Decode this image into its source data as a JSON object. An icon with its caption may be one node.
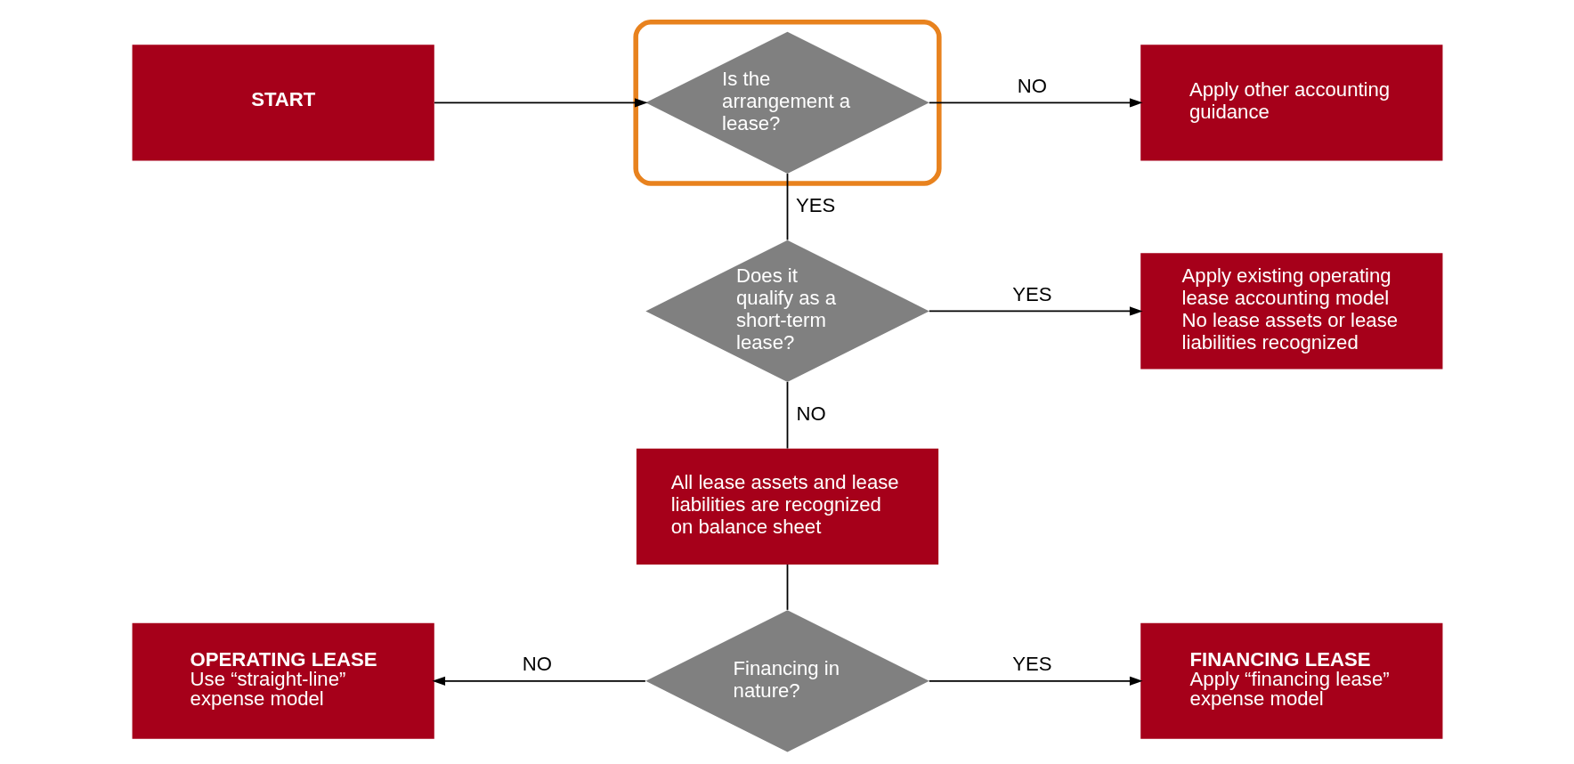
{
  "diagram": {
    "nodes": [
      {
        "text": [
          "START"
        ]
      },
      {
        "text": [],
        "shape": "ellipse"
      },
      {
        "text": [
          "Is the arrangement a lease?"
        ],
        "in": 1
      },
      {
        "text": [
          "Apply other accounting guidance"
        ]
      },
      {
        "text": [
          "Does it qualify as a short-term lease?"
        ]
      },
      {
        "text": [
          "Apply existing operating lease accounting model",
          "No lease assets or lease liabilities recognized"
        ]
      },
      {
        "text": [
          "All lease assets and lease liabilities are recognized on balance sheet"
        ]
      },
      {
        "text": [
          "OPERATING LEASE",
          "Use “straight-line” expense model"
        ]
      },
      {
        "text": [
          "Financing in nature?"
        ]
      },
      {
        "text": [
          "FINANCING LEASE",
          "Apply “financing lease” expense model"
        ]
      }
    ],
    "edges": [
      {
        "from": 0,
        "to": 2,
        "arrow": "to"
      },
      {
        "from": 2,
        "to": 3,
        "arrow": "to",
        "label": "NO"
      },
      {
        "from": 2,
        "to": 4,
        "arrow": "none",
        "label": "YES"
      },
      {
        "from": 4,
        "to": 5,
        "arrow": "to",
        "label": "YES"
      },
      {
        "from": 4,
        "to": 6,
        "arrow": "none",
        "label": "NO"
      },
      {
        "from": 6,
        "to": 8,
        "arrow": "none"
      },
      {
        "from": 8,
        "to": 7,
        "arrow": "to",
        "label": "NO"
      },
      {
        "from": 8,
        "to": 9,
        "arrow": "to",
        "label": "YES"
      }
    ]
  }
}
